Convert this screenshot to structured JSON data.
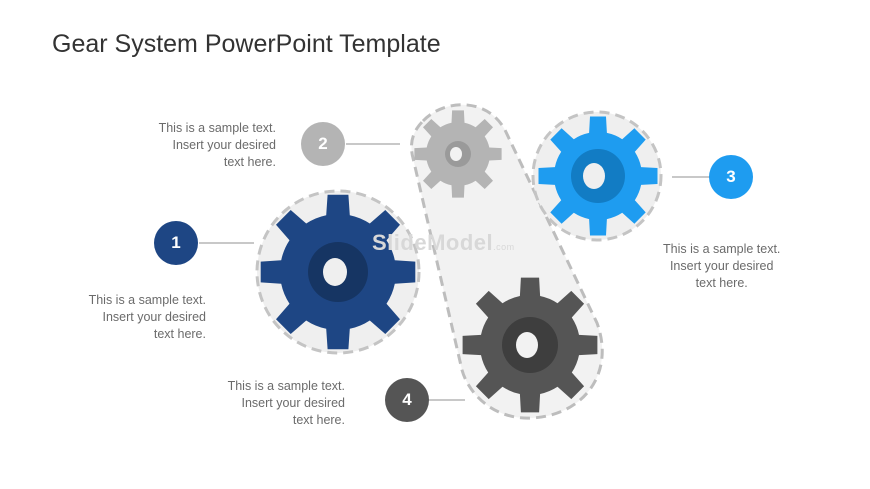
{
  "title": "Gear System PowerPoint Template",
  "watermark": {
    "main": "SlideModel",
    "suffix": ".com"
  },
  "colors": {
    "gear1": "#1e4684",
    "gear2": "#b4b4b4",
    "gear3": "#1e9cf0",
    "gear4": "#555555",
    "belt": "#c0c0c0",
    "halo": "#efefef"
  },
  "items": [
    {
      "number": "1",
      "text": [
        "This is a sample text.",
        "Insert your desired",
        "text here."
      ]
    },
    {
      "number": "2",
      "text": [
        "This is a sample text.",
        "Insert your desired",
        "text here."
      ]
    },
    {
      "number": "3",
      "text": [
        "This is a sample text.",
        "Insert your desired",
        "text here."
      ]
    },
    {
      "number": "4",
      "text": [
        "This is a sample text.",
        "Insert your desired",
        "text here."
      ]
    }
  ]
}
